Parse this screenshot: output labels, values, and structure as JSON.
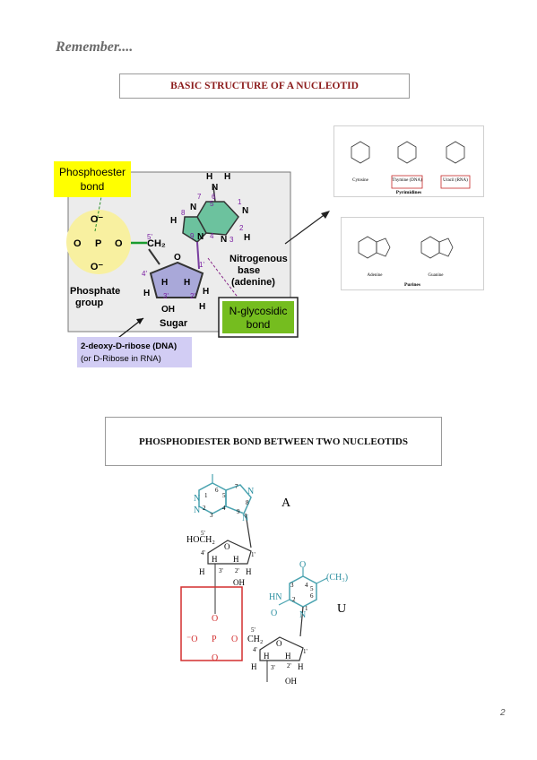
{
  "header": {
    "remember": "Remember...."
  },
  "section1": {
    "title": "BASIC STRUCTURE OF A NUCLEOTID",
    "phosphoester": [
      "Phosphoester",
      "bond"
    ],
    "phosphate_group": [
      "Phosphate",
      "group"
    ],
    "nitrogenous": [
      "Nitrogenous",
      "base",
      "(adenine)"
    ],
    "sugar": "Sugar",
    "nglyco": [
      "N-glycosidic",
      "bond"
    ],
    "deoxy": "2-deoxy-D-ribose (DNA)",
    "ribose_note": "(or D-Ribose in RNA)",
    "atoms": {
      "O_minus": "O⁻",
      "P": "P",
      "O_eq": "O",
      "O": "O",
      "CH2": "CH₂",
      "H": "H",
      "N": "N",
      "OH": "OH"
    },
    "ring_numbers": [
      "1",
      "2",
      "3",
      "4",
      "5",
      "6",
      "7",
      "8",
      "9"
    ],
    "sugar_numbers": [
      "1'",
      "2'",
      "3'",
      "4'",
      "5'"
    ]
  },
  "pyrimidines": {
    "names": [
      "Cytosine",
      "Thymine (DNA)",
      "Uracil (RNA)"
    ],
    "label": "Pyrimidines"
  },
  "purines": {
    "names": [
      "Adenine",
      "Guanine"
    ],
    "label": "Purines"
  },
  "section2": {
    "title": "PHOSPHODIESTER BOND BETWEEN TWO NUCLEOTIDS",
    "A": "A",
    "U": "U",
    "HOCH2": "HOCH₂",
    "CH3": "(CH₃)",
    "HN": "HN",
    "O": "O",
    "N": "N",
    "H": "H",
    "OH": "OH",
    "ring_numbers": [
      "1",
      "2",
      "3",
      "4",
      "5",
      "6",
      "7",
      "8",
      "9"
    ],
    "sugar_numbers": [
      "1'",
      "2'",
      "3'",
      "4'",
      "5'"
    ],
    "phosphate": {
      "O_minus": "⁻O",
      "P": "P",
      "O": "O",
      "CH2": "CH₂"
    }
  },
  "page": {
    "number": "2"
  }
}
